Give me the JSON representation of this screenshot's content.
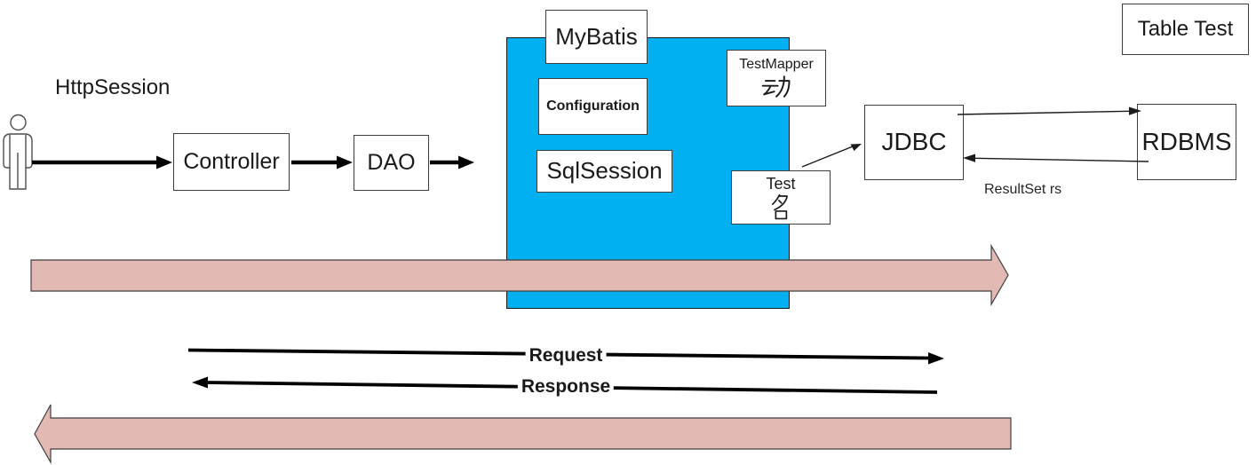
{
  "colors": {
    "cyan_container": "#00b0f0",
    "pink_arrow_fill": "#e3b9b4",
    "pink_arrow_stroke": "#3f3f3f",
    "box_border": "#3f3f3f",
    "line_color": "#000000"
  },
  "actor": {
    "label": "HttpSession",
    "icon": "person-icon"
  },
  "boxes": {
    "controller": {
      "label": "Controller"
    },
    "dao": {
      "label": "DAO"
    },
    "mybatis": {
      "label": "MyBatis"
    },
    "configuration": {
      "label": "Configuration"
    },
    "sqlsession": {
      "label": "SqlSession"
    },
    "test_mapper": {
      "label": "TestMapper",
      "char": "动"
    },
    "test": {
      "label": "Test",
      "char": "名"
    },
    "jdbc": {
      "label": "JDBC"
    },
    "rdbms": {
      "label": "RDBMS"
    },
    "table_test": {
      "label": "Table Test"
    }
  },
  "flow_labels": {
    "request": "Request",
    "response": "Response",
    "resultset": "ResultSet rs"
  }
}
